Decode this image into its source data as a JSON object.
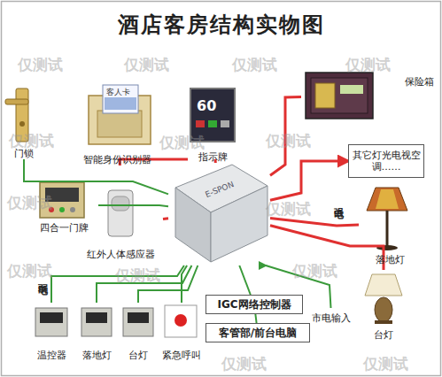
{
  "diagram": {
    "title": "酒店客房结构实物图",
    "nodes": [
      {
        "text": [
          "门锁"
        ]
      },
      {
        "text": [
          "智能身份识别器"
        ]
      },
      {
        "text": [
          "指示牌"
        ]
      },
      {
        "text": [
          "保险箱"
        ]
      },
      {
        "text": [
          "四合一门牌"
        ]
      },
      {
        "text": [
          "红外人体感应器"
        ]
      },
      {
        "text": [
          "E-SPON"
        ]
      },
      {
        "text": [
          "其它灯光电视空调……"
        ]
      },
      {
        "text": [
          "落地灯"
        ]
      },
      {
        "text": [
          "IGC网络控制器"
        ]
      },
      {
        "text": [
          "客管部/前台电脑"
        ]
      },
      {
        "text": [
          "市电输入"
        ]
      },
      {
        "text": [
          "台灯"
        ]
      },
      {
        "text": [
          "温控器"
        ]
      },
      {
        "text": [
          "落地灯"
        ]
      },
      {
        "text": [
          "台灯"
        ]
      },
      {
        "text": [
          "紧急呼叫"
        ]
      }
    ],
    "edges": [
      {
        "from": 6,
        "to": 0,
        "arrow": "none"
      },
      {
        "from": 6,
        "to": 1,
        "arrow": "none"
      },
      {
        "from": 6,
        "to": 2,
        "arrow": "none"
      },
      {
        "from": 6,
        "to": 3,
        "arrow": "none"
      },
      {
        "from": 6,
        "to": 4,
        "arrow": "none"
      },
      {
        "from": 6,
        "to": 5,
        "arrow": "none"
      },
      {
        "from": 6,
        "to": 7,
        "arrow": "to"
      },
      {
        "from": 6,
        "to": 8,
        "arrow": "none"
      },
      {
        "from": 6,
        "to": 9,
        "arrow": "none"
      },
      {
        "from": 9,
        "to": 10,
        "arrow": "none"
      },
      {
        "from": 11,
        "to": 6,
        "arrow": "to"
      },
      {
        "from": 6,
        "to": 12,
        "arrow": "none"
      },
      {
        "from": 6,
        "to": 13,
        "arrow": "none"
      },
      {
        "from": 6,
        "to": 14,
        "arrow": "none"
      },
      {
        "from": 6,
        "to": 15,
        "arrow": "none"
      },
      {
        "from": 6,
        "to": 16,
        "arrow": "none"
      }
    ],
    "labels": [
      "客人卡",
      "60",
      "强电",
      "弱电",
      "仅测试",
      "仅测试",
      "仅测试",
      "仅测试",
      "仅测试",
      "仅测试",
      "仅测试",
      "仅测试",
      "仅测试",
      "仅测试",
      "仅测试",
      "仅测试",
      "仅测试",
      "仅测试"
    ]
  }
}
